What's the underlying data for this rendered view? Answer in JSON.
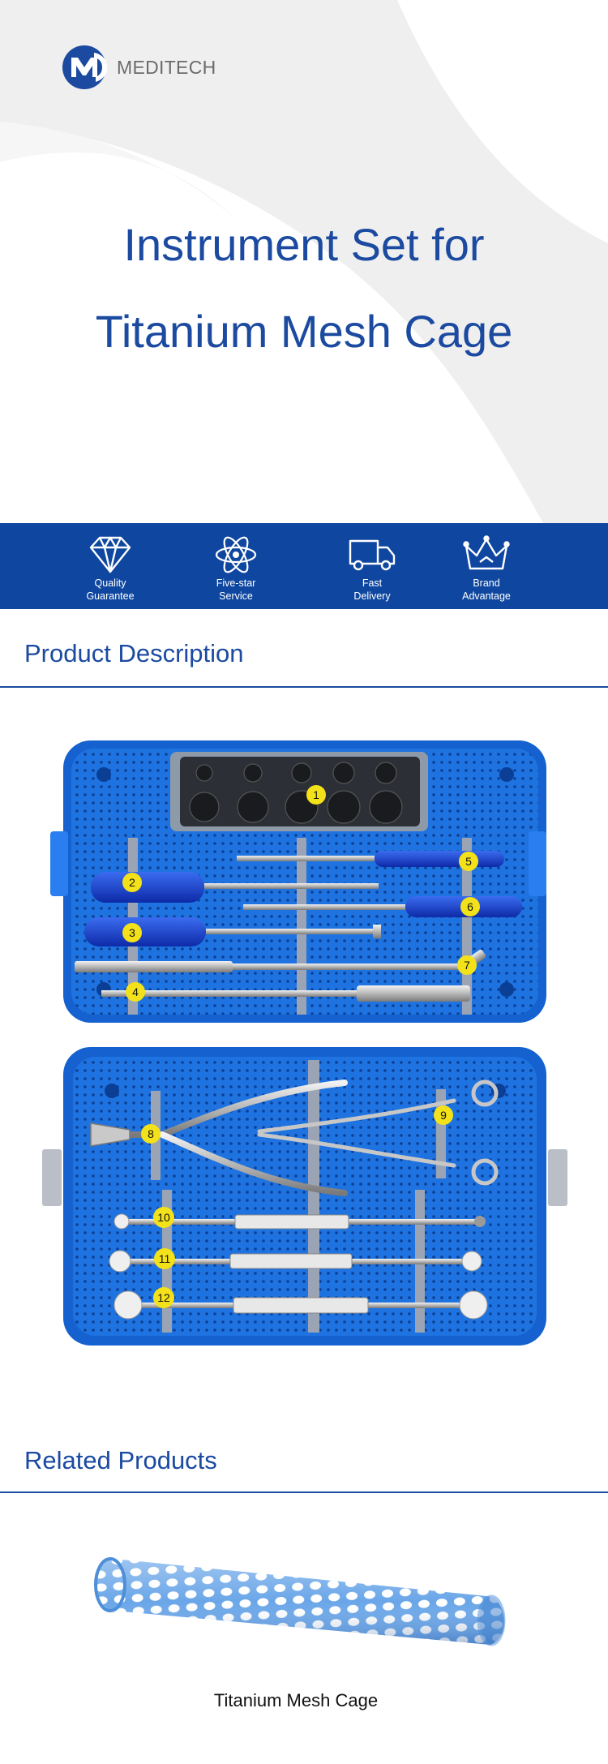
{
  "header": {
    "brand": "MEDITECH",
    "title_line1": "Instrument Set for",
    "title_line2": "Titanium Mesh Cage"
  },
  "colors": {
    "brand_blue": "#1b4aa0",
    "bar_blue": "#0f47a0",
    "tray_blue": "#1e73e0",
    "handle_blue": "#1a3fc4",
    "marker_yellow": "#f3e21a"
  },
  "features": [
    {
      "icon": "diamond-icon",
      "line1": "Quality",
      "line2": "Guarantee"
    },
    {
      "icon": "atom-icon",
      "line1": "Five-star",
      "line2": "Service"
    },
    {
      "icon": "truck-icon",
      "line1": "Fast",
      "line2": "Delivery"
    },
    {
      "icon": "crown-icon",
      "line1": "Brand",
      "line2": "Advantage"
    }
  ],
  "sections": {
    "description_title": "Product Description",
    "related_title": "Related Products"
  },
  "trays": {
    "top_labels": [
      "1",
      "2",
      "3",
      "4",
      "5",
      "6",
      "7"
    ],
    "bottom_labels": [
      "8",
      "9",
      "10",
      "11",
      "12"
    ]
  },
  "related": [
    {
      "name": "Titanium Mesh Cage"
    }
  ]
}
